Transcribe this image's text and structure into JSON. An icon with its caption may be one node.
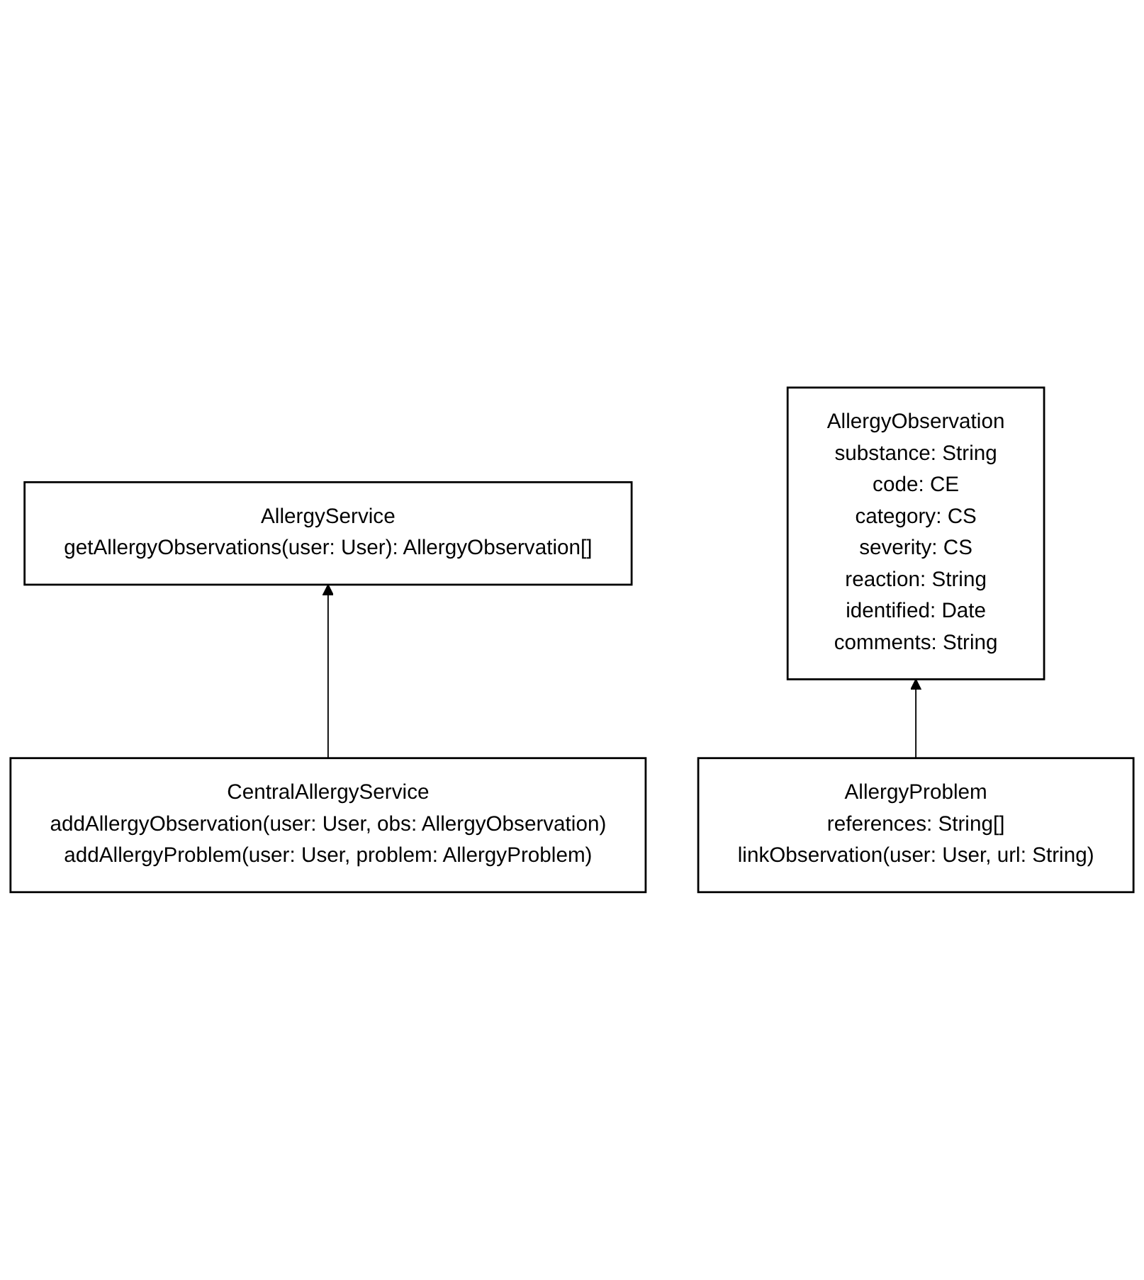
{
  "diagram": {
    "nodes": [
      {
        "text": [
          "AllergyService",
          "getAllergyObservations(user: User): AllergyObservation[]"
        ]
      },
      {
        "text": [
          "CentralAllergyService",
          "addAllergyObservation(user: User, obs: AllergyObservation)",
          "addAllergyProblem(user: User, problem: AllergyProblem)"
        ]
      },
      {
        "text": [
          "AllergyObservation",
          "substance: String",
          "code: CE",
          "category: CS",
          "severity: CS",
          "reaction: String",
          "identified: Date",
          "comments: String"
        ]
      },
      {
        "text": [
          "AllergyProblem",
          "references: String[]",
          "linkObservation(user: User, url: String)"
        ]
      }
    ],
    "edges": [
      {
        "from": 1,
        "to": 0,
        "arrow": "to"
      },
      {
        "from": 3,
        "to": 2,
        "arrow": "to"
      }
    ]
  }
}
